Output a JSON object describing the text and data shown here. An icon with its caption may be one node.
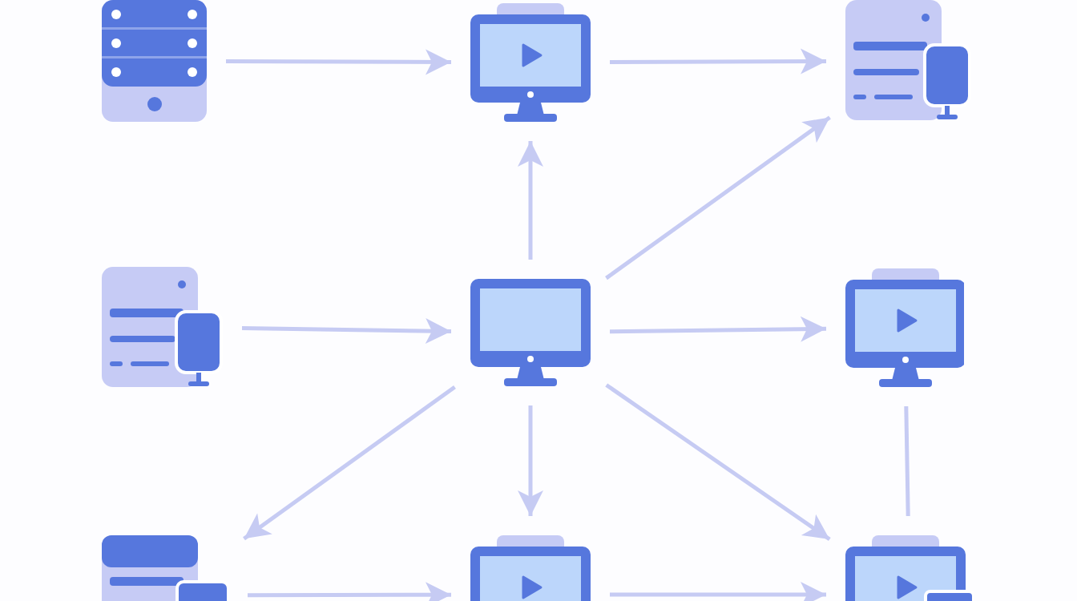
{
  "diagram": {
    "nodes": [
      {
        "text": [],
        "shape": "picture"
      },
      {
        "text": [],
        "shape": "picture"
      },
      {
        "text": [],
        "shape": "picture"
      },
      {
        "text": [],
        "shape": "picture"
      },
      {
        "text": [],
        "shape": "picture"
      },
      {
        "text": [],
        "shape": "picture"
      },
      {
        "text": [],
        "shape": "picture"
      },
      {
        "text": [],
        "shape": "picture"
      },
      {
        "text": [],
        "shape": "picture"
      }
    ],
    "edges": [
      {
        "from": 0,
        "to": 1,
        "arrow": "to"
      },
      {
        "from": 1,
        "to": 2,
        "arrow": "to"
      },
      {
        "from": 4,
        "to": 1,
        "arrow": "to"
      },
      {
        "from": 4,
        "to": 2,
        "arrow": "to"
      },
      {
        "from": 3,
        "to": 4,
        "arrow": "to"
      },
      {
        "from": 4,
        "to": 5,
        "arrow": "to"
      },
      {
        "from": 4,
        "to": 6,
        "arrow": "to"
      },
      {
        "from": 4,
        "to": 7,
        "arrow": "to"
      },
      {
        "from": 4,
        "to": 8,
        "arrow": "to"
      },
      {
        "from": 5,
        "to": 8,
        "arrow": "none"
      },
      {
        "from": 6,
        "to": 7,
        "arrow": "to"
      },
      {
        "from": 7,
        "to": 8,
        "arrow": "to"
      }
    ]
  }
}
